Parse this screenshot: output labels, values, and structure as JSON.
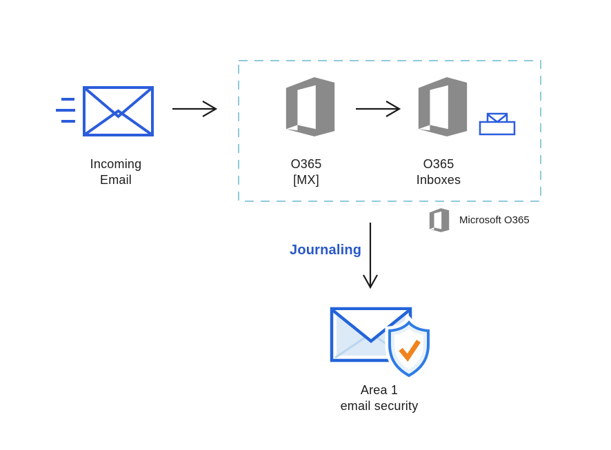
{
  "colors": {
    "primary_blue": "#2b5cdb",
    "area1_blue": "#2364d9",
    "shield_blue": "#2e7ce4",
    "pale_blue_fill": "#dce9f7",
    "pale_blue_line": "#b9d6ef",
    "shield_fill": "#e9f2fb",
    "check_orange": "#f0831d",
    "office_gray": "#8a8a8a",
    "dash_blue": "#8fcadb",
    "journal_blue": "#2857c8",
    "text_black": "#1c1c1c",
    "arrow_black": "#1a1a1a"
  },
  "nodes": {
    "incoming_email": {
      "line1": "Incoming",
      "line2": "Email"
    },
    "o365_mx": {
      "line1": "O365",
      "line2": "[MX]"
    },
    "o365_inboxes": {
      "line1": "O365",
      "line2": "Inboxes"
    },
    "area1": {
      "line1": "Area 1",
      "line2": "email security"
    }
  },
  "legend": {
    "label": "Microsoft O365"
  },
  "flow": {
    "journaling_label": "Journaling"
  }
}
